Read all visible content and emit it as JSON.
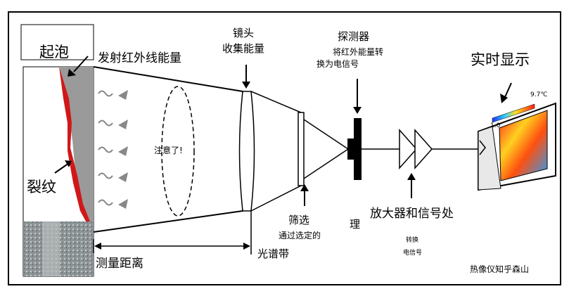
{
  "labels": {
    "bubble": "起泡",
    "emit": "发射红外线能量",
    "crack": "裂纹",
    "attention": "注意了!",
    "lens_line1": "镜头",
    "lens_line2": "收集能量",
    "detector_title": "探测器",
    "detector_line1": "将红外能量转",
    "detector_line2": "换为电信号",
    "display": "实时显示",
    "filter_line1": "筛选",
    "filter_line2": "通过选定的",
    "filter_line3": "光谱带",
    "amp": "放大器和信号处",
    "amp_cont": "理",
    "convert_line1": "转换",
    "convert_line2": "电信号",
    "distance": "测量距离",
    "watermark": "热像仪知乎森山"
  },
  "screen": {
    "temp_high": "9.7℃",
    "temp_low": "1.0"
  },
  "colors": {
    "wall": "#9a9a9a",
    "crack": "#d01818",
    "wave": "#888888"
  }
}
